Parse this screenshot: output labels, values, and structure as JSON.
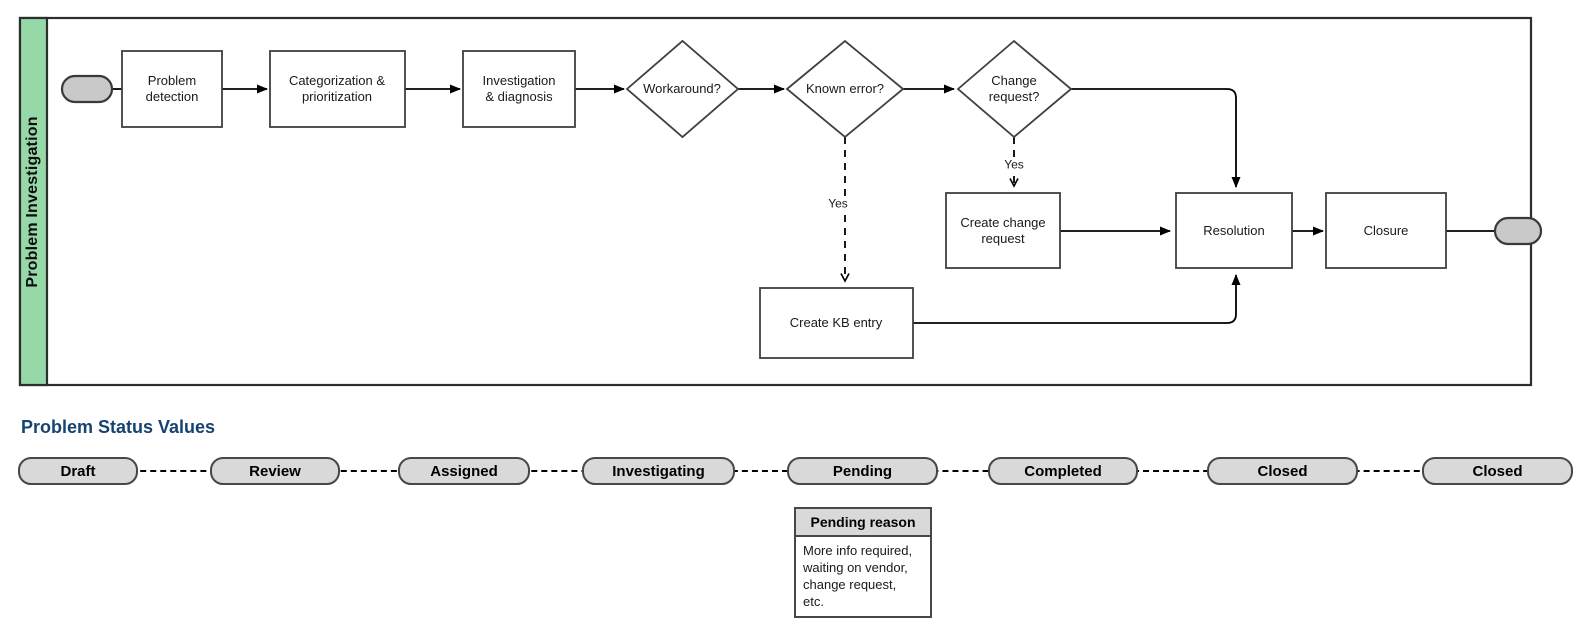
{
  "swimlane": {
    "label": "Problem Investigation"
  },
  "flow": {
    "nodes": {
      "problem_detection": "Problem\ndetection",
      "categorization": "Categorization &\nprioritization",
      "investigation": "Investigation\n& diagnosis",
      "workaround": "Workaround?",
      "known_error": "Known error?",
      "change_request": "Change\nrequest?",
      "create_change_request": "Create change\nrequest",
      "create_kb_entry": "Create KB entry",
      "resolution": "Resolution",
      "closure": "Closure"
    },
    "edge_labels": {
      "known_error_yes": "Yes",
      "change_request_yes": "Yes"
    }
  },
  "status_section": {
    "heading": "Problem Status Values",
    "statuses": [
      "Draft",
      "Review",
      "Assigned",
      "Investigating",
      "Pending",
      "Completed",
      "Closed",
      "Closed"
    ],
    "pending_reason": {
      "title": "Pending reason",
      "body": "More info required,\nwaiting on vendor,\nchange request,\netc."
    }
  },
  "colors": {
    "lane_green": "#97d8a9",
    "heading_blue": "#16436f",
    "status_pill_fill": "#d9d9d9",
    "terminator_fill": "#c9c9c9",
    "node_border": "#3f3f3f",
    "connector": "#000000"
  }
}
